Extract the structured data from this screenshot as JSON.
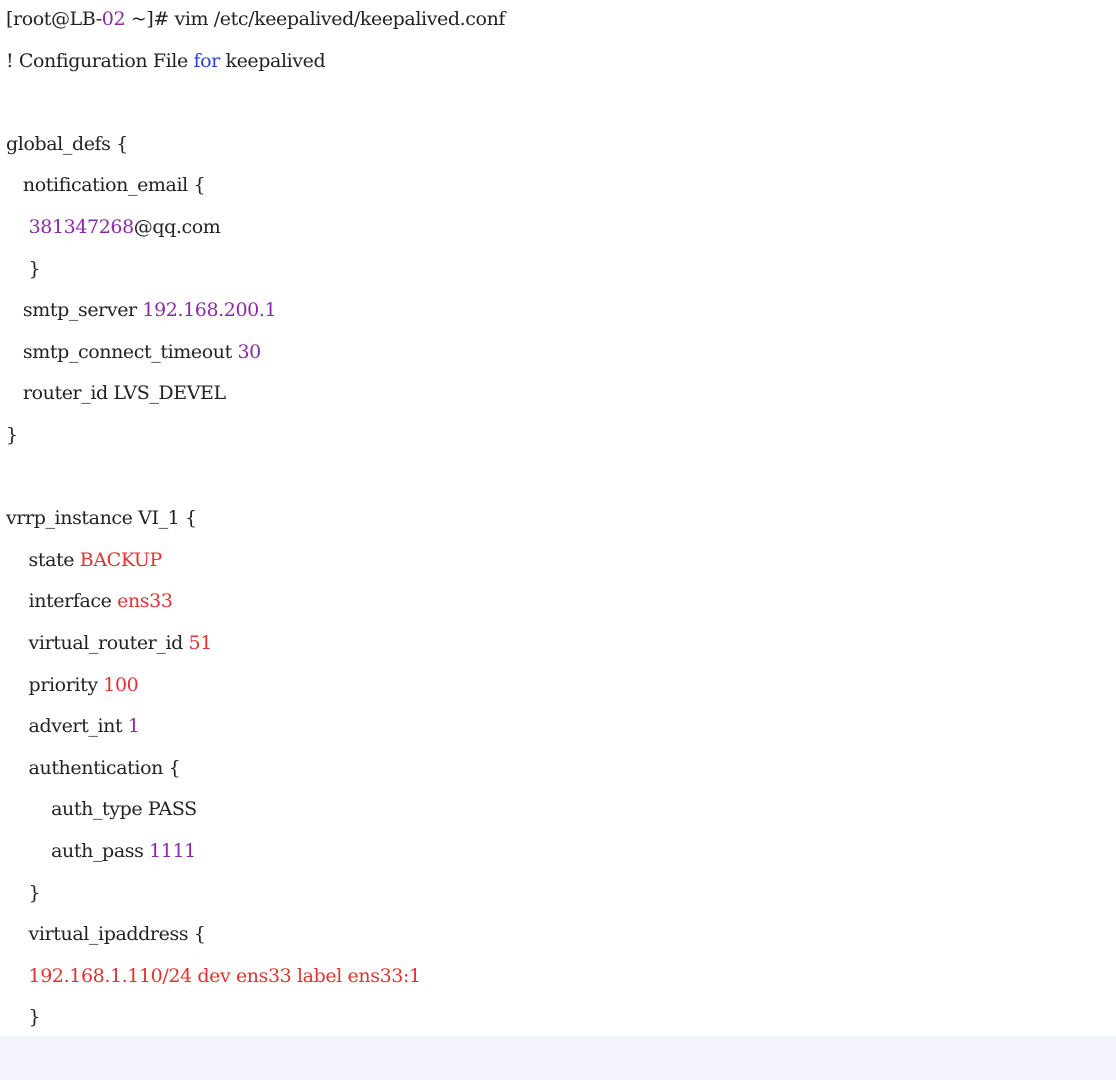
{
  "colors": {
    "text": "#222222",
    "number": "#8a2aa8",
    "keyword": "#2b3fd8",
    "value": "#e03232",
    "background": "#ffffff",
    "band": "#f3f4fb"
  },
  "lines": [
    [
      {
        "t": "[root@LB-",
        "c": "text"
      },
      {
        "t": "02",
        "c": "number"
      },
      {
        "t": " ~]# vim /etc/keepalived/keepalived.conf",
        "c": "text"
      }
    ],
    [
      {
        "t": "! Configuration File ",
        "c": "text"
      },
      {
        "t": "for",
        "c": "keyword"
      },
      {
        "t": " keepalived",
        "c": "text"
      }
    ],
    [],
    [
      {
        "t": "global_defs {",
        "c": "text"
      }
    ],
    [
      {
        "t": "   notification_email {",
        "c": "text"
      }
    ],
    [
      {
        "t": "    ",
        "c": "text"
      },
      {
        "t": "381347268",
        "c": "number"
      },
      {
        "t": "@qq.com",
        "c": "text"
      }
    ],
    [
      {
        "t": "    }",
        "c": "text"
      }
    ],
    [
      {
        "t": "   smtp_server ",
        "c": "text"
      },
      {
        "t": "192.168.200.1",
        "c": "number"
      }
    ],
    [
      {
        "t": "   smtp_connect_timeout ",
        "c": "text"
      },
      {
        "t": "30",
        "c": "number"
      }
    ],
    [
      {
        "t": "   router_id LVS_DEVEL",
        "c": "text"
      }
    ],
    [
      {
        "t": "}",
        "c": "text"
      }
    ],
    [],
    [
      {
        "t": "vrrp_instance VI_1 {",
        "c": "text"
      }
    ],
    [
      {
        "t": "    state ",
        "c": "text"
      },
      {
        "t": "BACKUP",
        "c": "value"
      }
    ],
    [
      {
        "t": "    interface ",
        "c": "text"
      },
      {
        "t": "ens33",
        "c": "value"
      }
    ],
    [
      {
        "t": "    virtual_router_id ",
        "c": "text"
      },
      {
        "t": "51",
        "c": "value"
      }
    ],
    [
      {
        "t": "    priority ",
        "c": "text"
      },
      {
        "t": "100",
        "c": "value"
      }
    ],
    [
      {
        "t": "    advert_int ",
        "c": "text"
      },
      {
        "t": "1",
        "c": "number"
      }
    ],
    [
      {
        "t": "    authentication {",
        "c": "text"
      }
    ],
    [
      {
        "t": "        auth_type PASS",
        "c": "text"
      }
    ],
    [
      {
        "t": "        auth_pass ",
        "c": "text"
      },
      {
        "t": "1111",
        "c": "number"
      }
    ],
    [
      {
        "t": "    }",
        "c": "text"
      }
    ],
    [
      {
        "t": "    virtual_ipaddress {",
        "c": "text"
      }
    ],
    [
      {
        "t": "    192.168.1.110/24 dev ens33 label ens33:1",
        "c": "value"
      }
    ],
    [
      {
        "t": "    }",
        "c": "text"
      }
    ]
  ]
}
